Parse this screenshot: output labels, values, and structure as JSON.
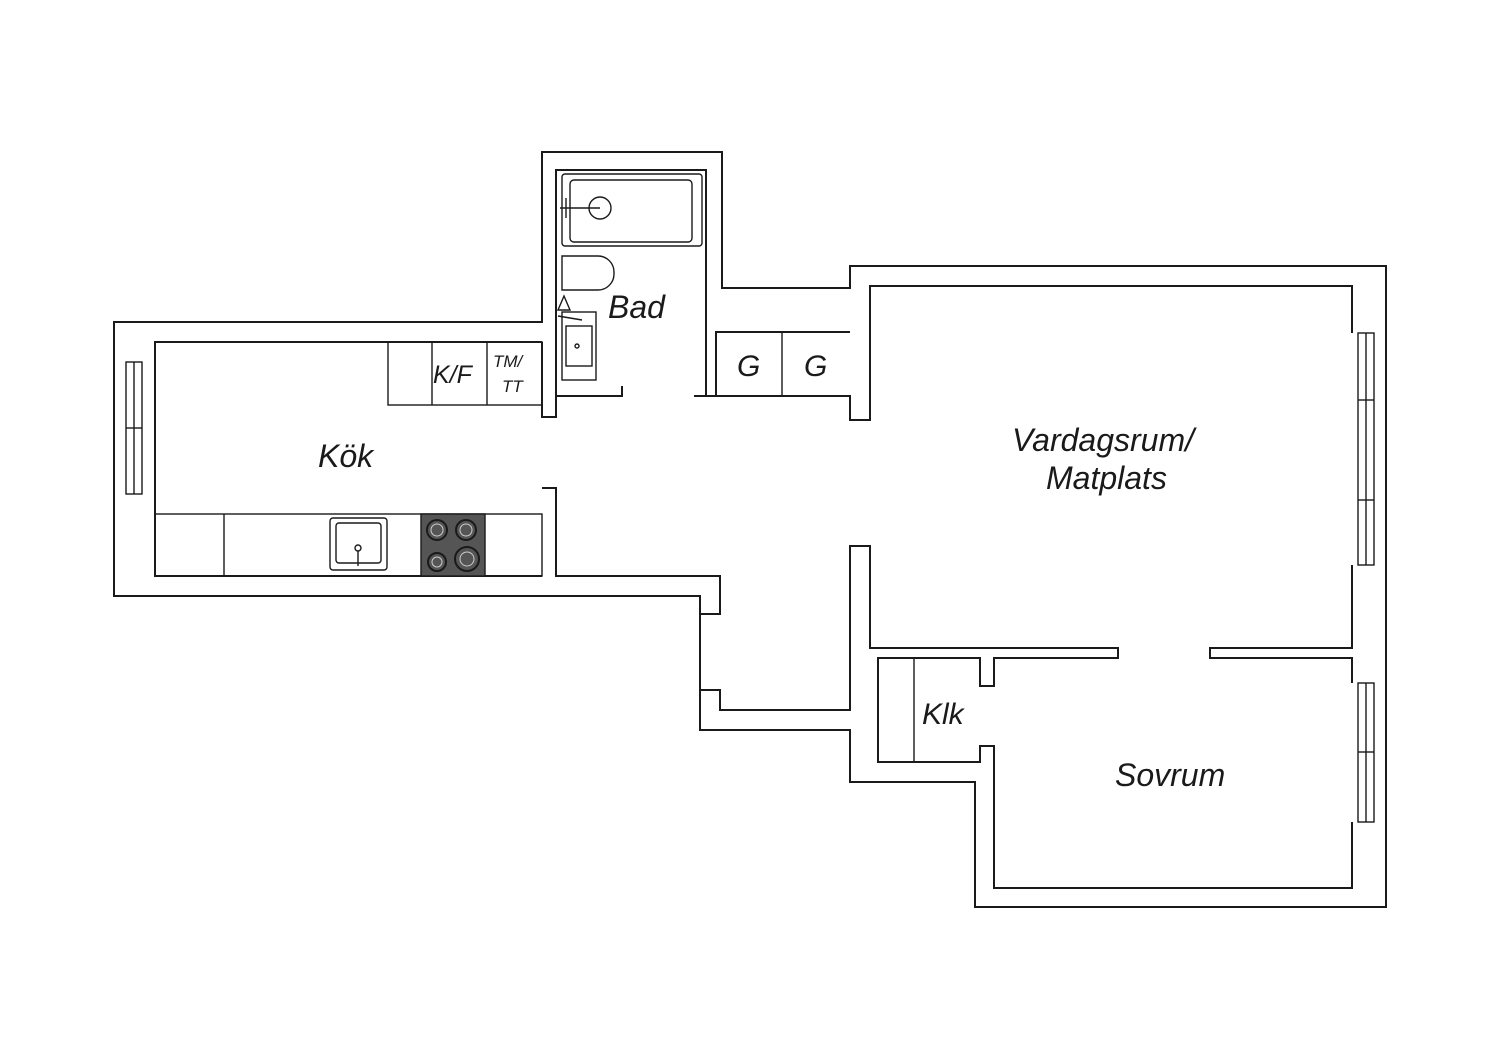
{
  "colors": {
    "background": "#ffffff",
    "wall": "#1a1a1a",
    "stove_fill": "#555555"
  },
  "rooms": {
    "kitchen": "Kök",
    "bath": "Bad",
    "living": "Vardagsrum/",
    "living_line2": "Matplats",
    "bedroom": "Sovrum",
    "closet": "Klk",
    "fridge": "K/F",
    "washer_top": "TM/",
    "washer_bottom": "TT",
    "wardrobe_1": "G",
    "wardrobe_2": "G"
  },
  "icons": [
    "bathtub-icon",
    "toilet-icon",
    "washbasin-icon",
    "kitchen-sink-icon",
    "stove-icon",
    "window-icon"
  ]
}
